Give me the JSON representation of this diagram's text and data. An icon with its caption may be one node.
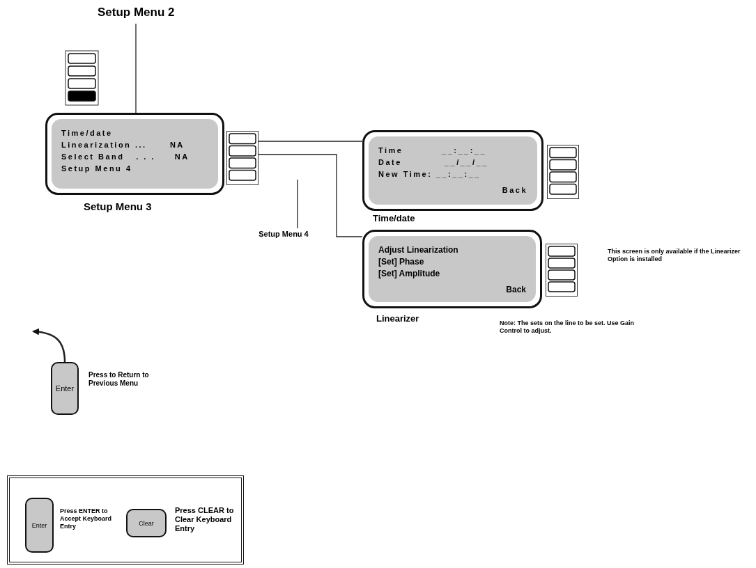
{
  "diagram": {
    "nodes": [
      {
        "text": [
          "Setup Menu 2"
        ]
      },
      {
        "text": [
          "Time/date",
          "Linearization ...      NA",
          "Select Band   . . .     NA",
          "Setup Menu 4"
        ],
        "beside": [
          "Setup Menu 3"
        ]
      },
      {
        "text": [
          "Time          __:__:__",
          "Date           __/__/__",
          "New Time: __:__:__",
          "Back"
        ],
        "beside": [
          "Time/date"
        ]
      },
      {
        "text": [
          "Adjust Linearization",
          "[Set] Phase",
          "[Set] Amplitude",
          "Back"
        ],
        "beside": [
          "Linearizer"
        ]
      },
      {
        "text": [
          "Setup Menu 4"
        ]
      },
      {
        "text": [
          "Enter"
        ],
        "beside": [
          "Press to Return to Previous Menu"
        ]
      },
      {
        "text": [],
        "shape": "box"
      },
      {
        "text": [
          "Enter"
        ],
        "in": 6,
        "beside": [
          "Press ENTER to Accept Keyboard Entry"
        ]
      },
      {
        "text": [
          "Clear"
        ],
        "in": 6,
        "beside": [
          "Press CLEAR to **Clear** Keyboard Entry"
        ]
      }
    ],
    "edges": [
      {
        "from": 0,
        "to": 1,
        "arrow": "none"
      },
      {
        "from": 1,
        "to": 2,
        "arrow": "none"
      },
      {
        "from": 1,
        "to": 3,
        "arrow": "none"
      },
      {
        "from": 4,
        "to": null,
        "arrow": "none"
      },
      {
        "from": 5,
        "to": null,
        "arrow": "to"
      }
    ],
    "labels": [
      "This screen is only available if the Linearizer Option is installed",
      "Note: The sets on the line to be set. Use Gain Control to adjust."
    ]
  }
}
